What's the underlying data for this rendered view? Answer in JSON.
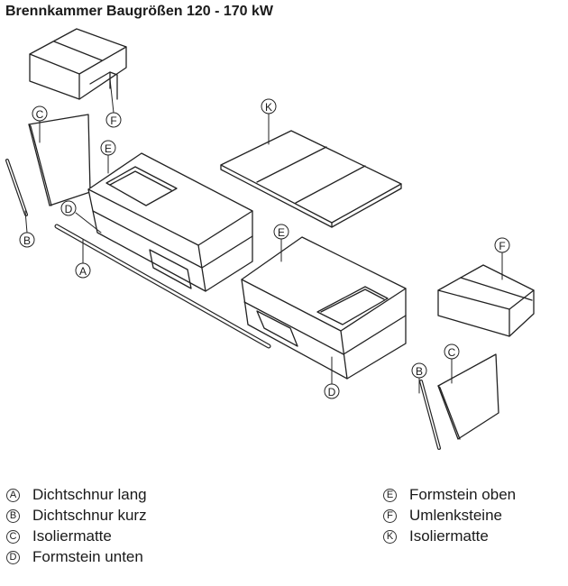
{
  "title": "Brennkammer Baugrößen 120 - 170 kW",
  "callouts": {
    "A": "A",
    "B": "B",
    "C": "C",
    "D": "D",
    "E": "E",
    "F": "F",
    "K": "K"
  },
  "legend": {
    "left": [
      {
        "letter": "A",
        "text": "Dichtschnur lang"
      },
      {
        "letter": "B",
        "text": "Dichtschnur kurz"
      },
      {
        "letter": "C",
        "text": "Isoliermatte"
      },
      {
        "letter": "D",
        "text": "Formstein unten"
      }
    ],
    "right": [
      {
        "letter": "E",
        "text": "Formstein oben"
      },
      {
        "letter": "F",
        "text": "Umlenksteine"
      },
      {
        "letter": "K",
        "text": "Isoliermatte"
      }
    ]
  }
}
